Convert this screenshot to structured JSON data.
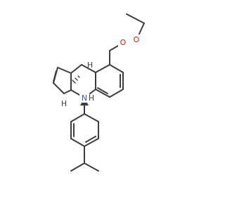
{
  "structure": {
    "colors": {
      "bond": "#3d3d3d",
      "oxygen": "#ff0d0d",
      "nitrogen": "#3050f8",
      "hydrogen": "#3d3d3d",
      "background": "#ffffff"
    },
    "atom_labels": {
      "carbonyl_oxygen": "O",
      "ester_oxygen": "O",
      "amine_nitrogen": "N",
      "amine_hydrogen": "H",
      "stereo_h_top": "H",
      "stereo_h_bottom": "H"
    }
  }
}
